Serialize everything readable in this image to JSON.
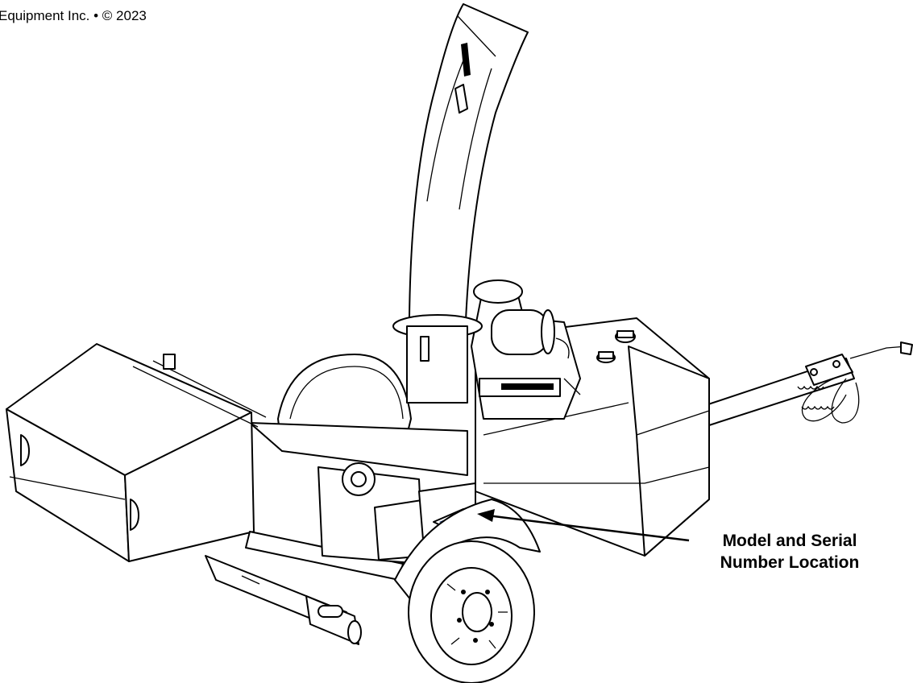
{
  "copyright": "Equipment Inc. • © 2023",
  "callout": {
    "line1": "Model and Serial",
    "line2": "Number Location"
  },
  "colors": {
    "line": "#000000",
    "background": "#ffffff",
    "label_highlight": "#1f3b73"
  }
}
